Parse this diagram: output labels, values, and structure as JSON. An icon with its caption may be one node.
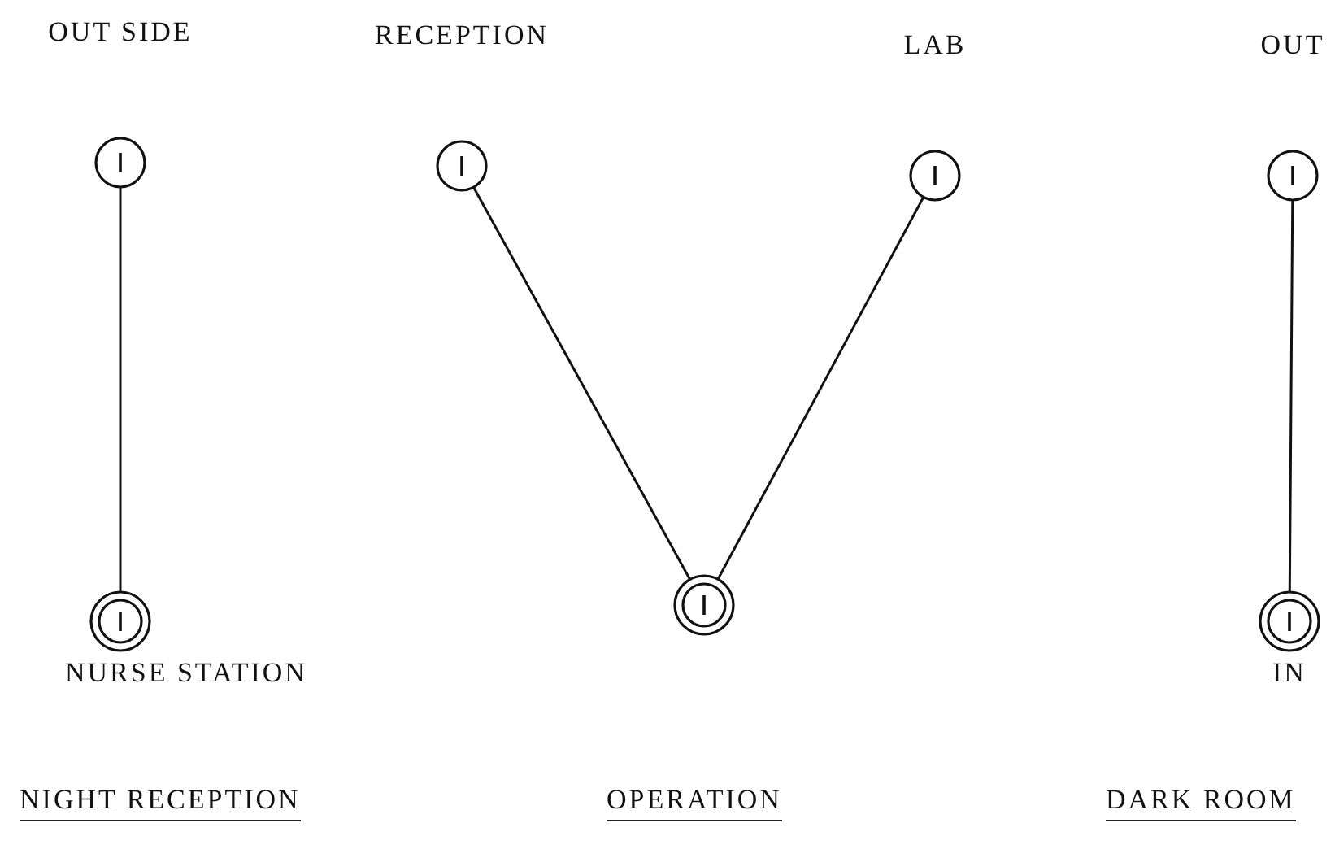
{
  "diagram": {
    "nodes": [
      {
        "text": [
          "OUT SIDE"
        ]
      },
      {
        "text": [
          "NURSE STATION"
        ]
      },
      {
        "text": [
          "RECEPTION"
        ]
      },
      {
        "text": [
          "LAB"
        ]
      },
      {
        "text": [],
        "shape": "circle"
      },
      {
        "text": [
          "OUT"
        ]
      },
      {
        "text": [
          "IN"
        ]
      }
    ],
    "edges": [
      {
        "from": 0,
        "to": 1,
        "arrow": "none"
      },
      {
        "from": 2,
        "to": 4,
        "arrow": "none"
      },
      {
        "from": 3,
        "to": 4,
        "arrow": "none"
      },
      {
        "from": 5,
        "to": 6,
        "arrow": "none"
      }
    ],
    "labels": [
      "NIGHT RECEPTION",
      "OPERATION",
      "DARK ROOM"
    ]
  }
}
